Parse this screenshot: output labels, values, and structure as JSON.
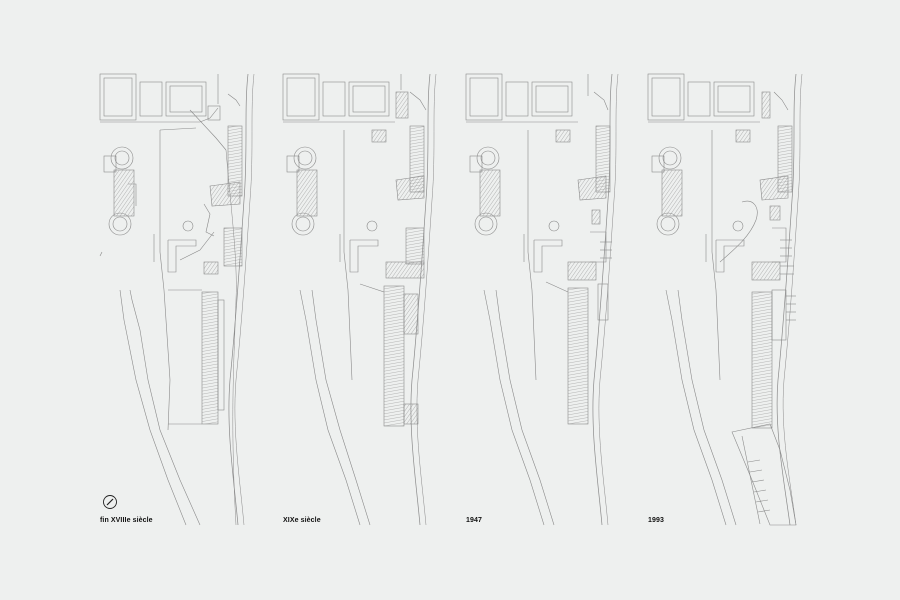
{
  "figure": {
    "panels": [
      {
        "caption": "fin XVIIIe siècle"
      },
      {
        "caption": "XIXe siècle"
      },
      {
        "caption": "1947"
      },
      {
        "caption": "1993"
      }
    ]
  },
  "colors": {
    "background": "#eef0ef",
    "line": "#7a7a7a",
    "hatch": "#8c8c8c",
    "text": "#111111"
  },
  "icons": {
    "north_arrow": "north-arrow-icon"
  }
}
